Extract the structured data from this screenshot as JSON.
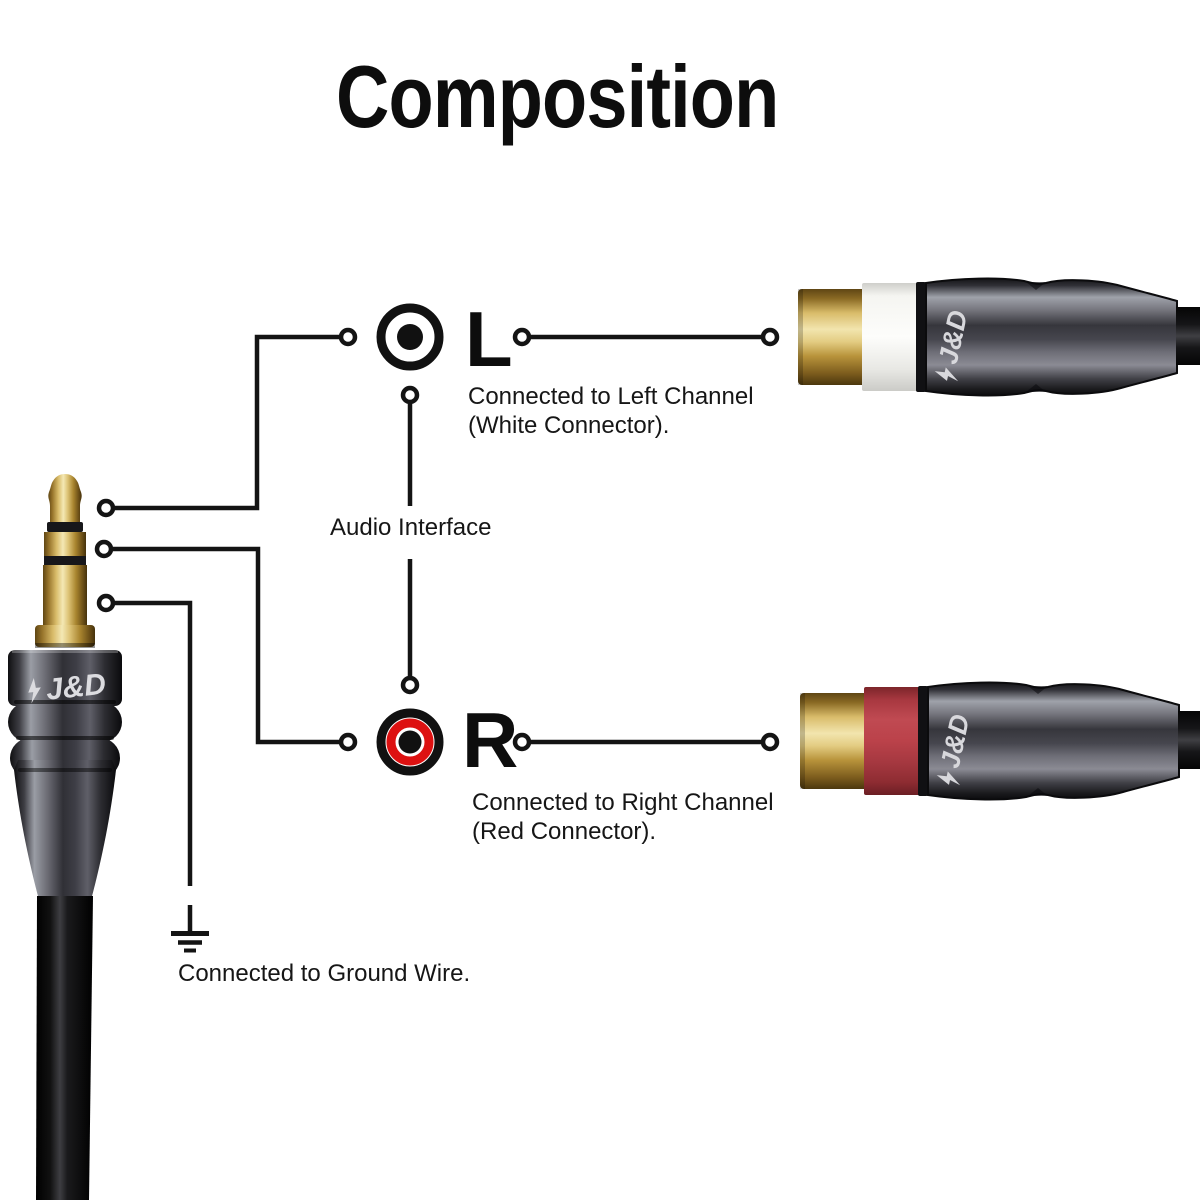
{
  "title": "Composition",
  "brand": "J&D",
  "symbols": {
    "left": "L",
    "right": "R"
  },
  "annotations": {
    "audio_interface": "Audio Interface",
    "left_channel_line1": "Connected to Left Channel",
    "left_channel_line2": "(White Connector).",
    "right_channel_line1": "Connected to Right Channel",
    "right_channel_line2": "(Red Connector).",
    "ground": "Connected to Ground Wire."
  },
  "colors": {
    "line": "#141414",
    "red_ring": "#dd1111",
    "red_band": "#b23840",
    "white_band": "#f4f4f2",
    "gold": "#d6b864",
    "metal": "#3a3a40",
    "cable": "#0a0a0a"
  }
}
